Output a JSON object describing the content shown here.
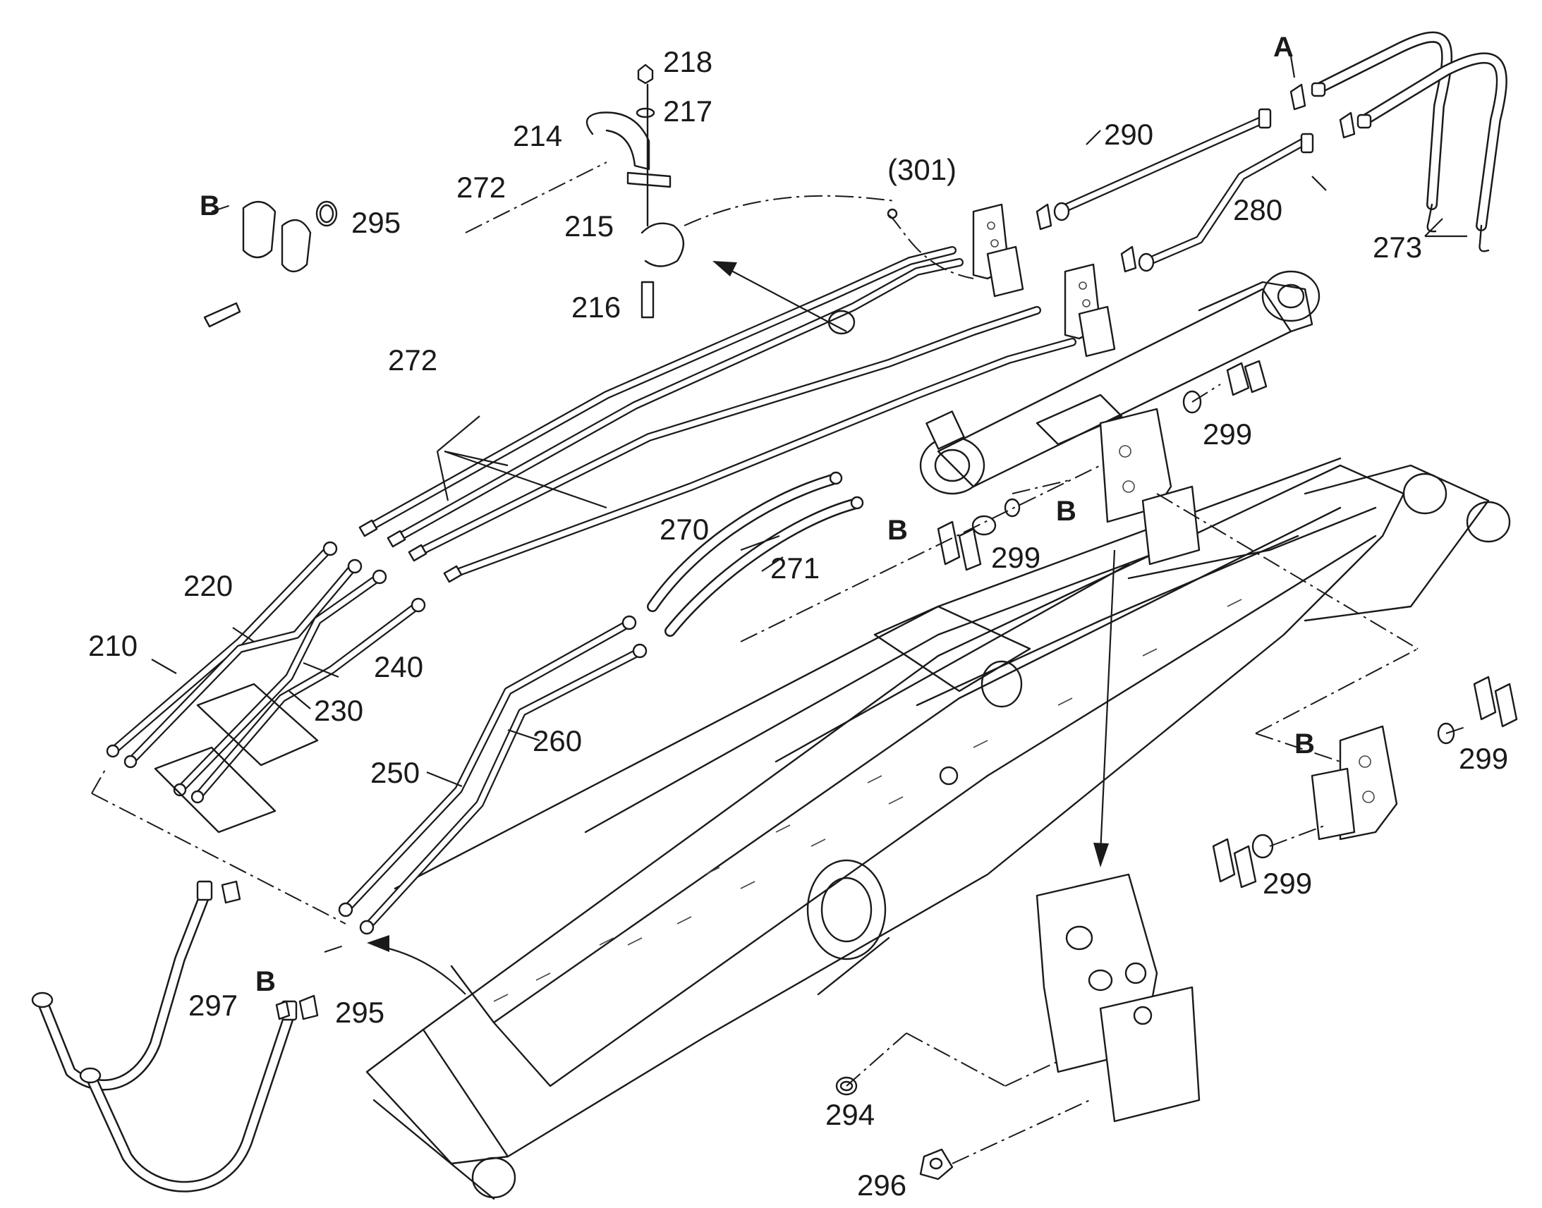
{
  "callouts": {
    "c218": "218",
    "c217": "217",
    "c214": "214",
    "c272a": "272",
    "c215": "215",
    "c216": "216",
    "c295a": "295",
    "c301": "(301)",
    "c290": "290",
    "c280": "280",
    "c273": "273",
    "c272b": "272",
    "c270": "270",
    "c271": "271",
    "c299a": "299",
    "c299b": "299",
    "c220": "220",
    "c210": "210",
    "c240": "240",
    "c230": "230",
    "c250": "250",
    "c260": "260",
    "c299c": "299",
    "c299d": "299",
    "c297": "297",
    "c295b": "295",
    "c294": "294",
    "c296": "296"
  },
  "letters": {
    "A": "A",
    "B1": "B",
    "B2": "B",
    "B3": "B",
    "B4": "B",
    "B5": "B"
  }
}
